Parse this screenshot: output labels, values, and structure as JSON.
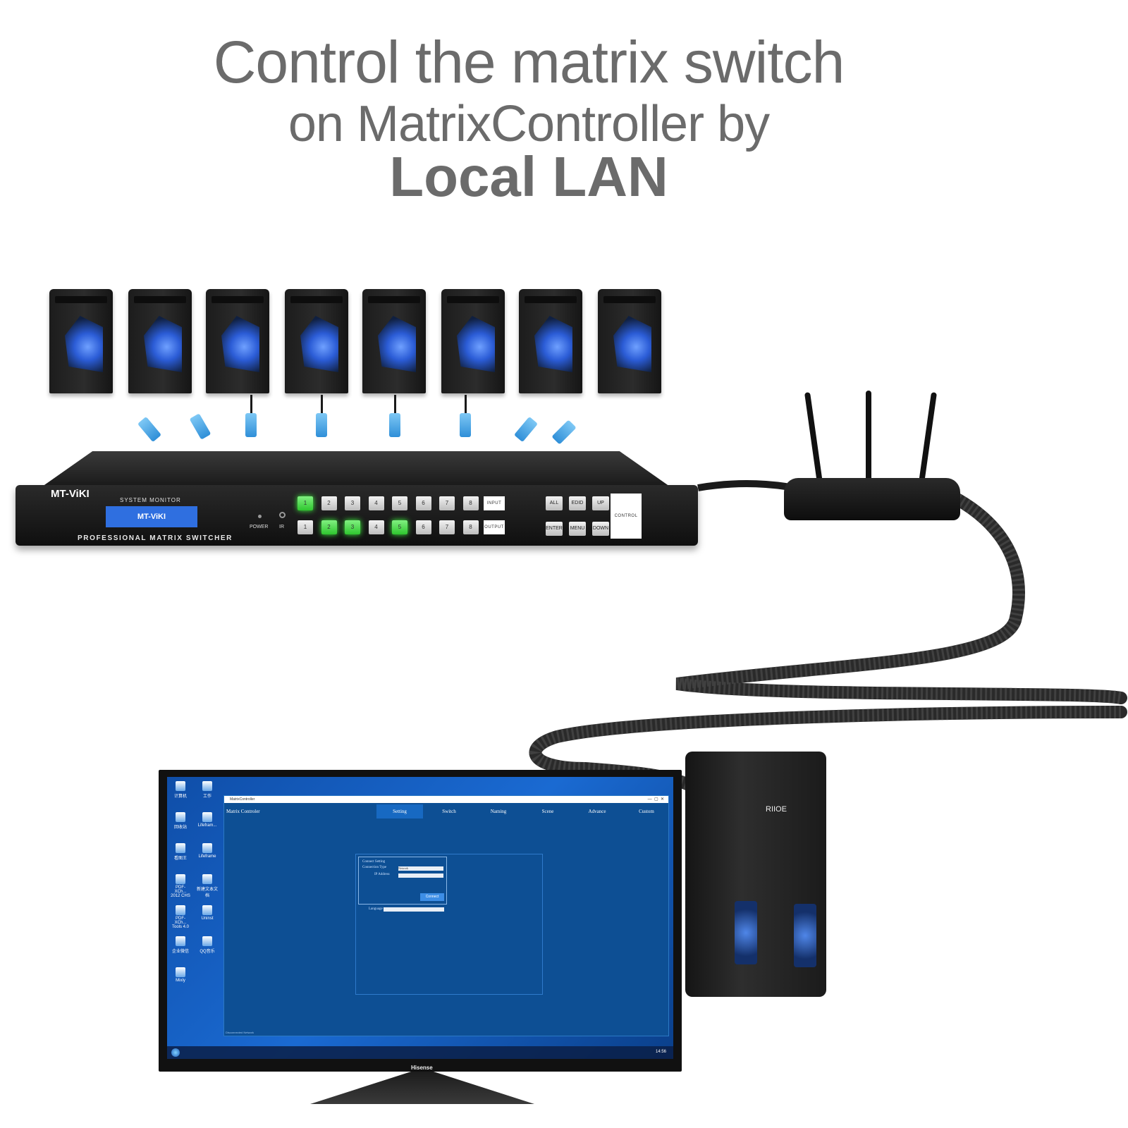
{
  "headline": {
    "line1": "Control the matrix switch",
    "line2": "on MatrixController by",
    "line3": "Local LAN"
  },
  "matrix_switch": {
    "brand": "MT-ViKI",
    "system_monitor": "SYSTEM MONITOR",
    "lcd_text": "MT-ViKI",
    "power_label": "POWER",
    "ir_label": "IR",
    "model_label": "PROFESSIONAL MATRIX SWITCHER",
    "input_label": "INPUT",
    "output_label": "OUTPUT",
    "control_label": "CONTROL",
    "input_buttons": [
      {
        "label": "1",
        "active": true
      },
      {
        "label": "2",
        "active": false
      },
      {
        "label": "3",
        "active": false
      },
      {
        "label": "4",
        "active": false
      },
      {
        "label": "5",
        "active": false
      },
      {
        "label": "6",
        "active": false
      },
      {
        "label": "7",
        "active": false
      },
      {
        "label": "8",
        "active": false
      }
    ],
    "output_buttons": [
      {
        "label": "1",
        "active": false
      },
      {
        "label": "2",
        "active": true
      },
      {
        "label": "3",
        "active": true
      },
      {
        "label": "4",
        "active": false
      },
      {
        "label": "5",
        "active": true
      },
      {
        "label": "6",
        "active": false
      },
      {
        "label": "7",
        "active": false
      },
      {
        "label": "8",
        "active": false
      }
    ],
    "control_buttons": [
      "ALL",
      "EDID",
      "UP",
      "ENTER",
      "MENU",
      "DOWN"
    ]
  },
  "source_pcs": 8,
  "monitor": {
    "brand": "Hisense",
    "desktop_icons": [
      "计算机",
      "工作",
      "回收站",
      "Lifefram...",
      "看图王",
      "Lifeframe",
      "PDF-XCh... 2012 CHS",
      "新建文本文档",
      "PDF-XCh... Tools 4.0",
      "Uninst",
      "企业微信",
      "QQ音乐",
      "Mixly"
    ],
    "app": {
      "window_title": "MatrixController",
      "app_name": "Matrix Controler",
      "tabs": [
        {
          "label": "Setting",
          "active": true
        },
        {
          "label": "Switch",
          "active": false
        },
        {
          "label": "Naming",
          "active": false
        },
        {
          "label": "Scene",
          "active": false
        },
        {
          "label": "Advance",
          "active": false
        },
        {
          "label": "Custom",
          "active": false
        }
      ],
      "connect_setting": "Connect Setting",
      "connection_type_label": "Connection Type",
      "connection_type_value": "Network",
      "ip_address_label": "IP Address",
      "ip_address_value": "",
      "connect_button": "Connect",
      "language_label": "Language",
      "status": "Disconnected Network"
    },
    "clock": "14:56"
  },
  "pc_brand": "RIIOE",
  "colors": {
    "headline": "#6b6b6b",
    "active_button": "#2fc62f",
    "lcd": "#2f6fe0",
    "app_bg": "#0d4f94"
  }
}
